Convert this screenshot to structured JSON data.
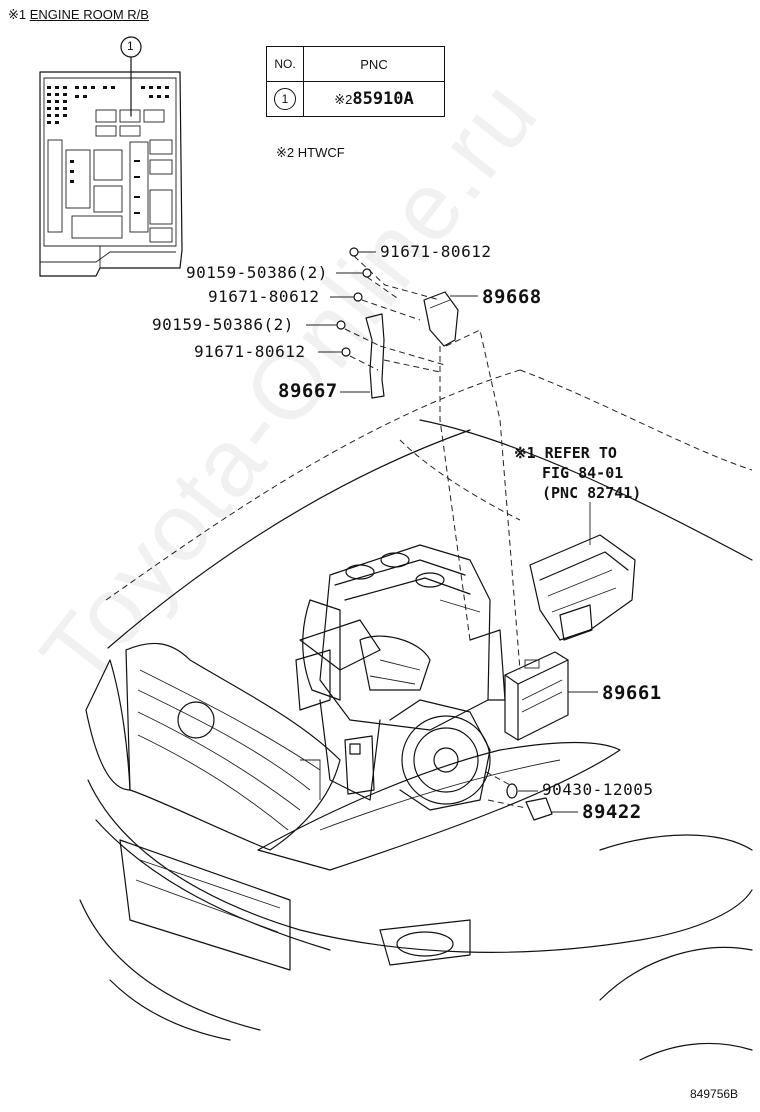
{
  "inset": {
    "title_mark": "※1",
    "title": "ENGINE ROOM R/B",
    "callout": "1"
  },
  "table": {
    "header_no": "NO.",
    "header_pnc": "PNC",
    "row_no": "1",
    "row_mark": "※2",
    "row_pnc": "85910A"
  },
  "footnote": "※2 HTWCF",
  "labels": {
    "p1": "91671-80612",
    "p2": "90159-50386(2)",
    "p3": "91671-80612",
    "p4": "89668",
    "p5": "90159-50386(2)",
    "p6": "91671-80612",
    "p7": "89667",
    "p8": "89661",
    "p9": "90430-12005",
    "p10": "89422"
  },
  "refer": {
    "line1": "※1 REFER TO",
    "line2": "FIG 84-01",
    "line3": "(PNC 82741)"
  },
  "figure_id": "849756B",
  "watermark": "Toyota-Online.ru"
}
